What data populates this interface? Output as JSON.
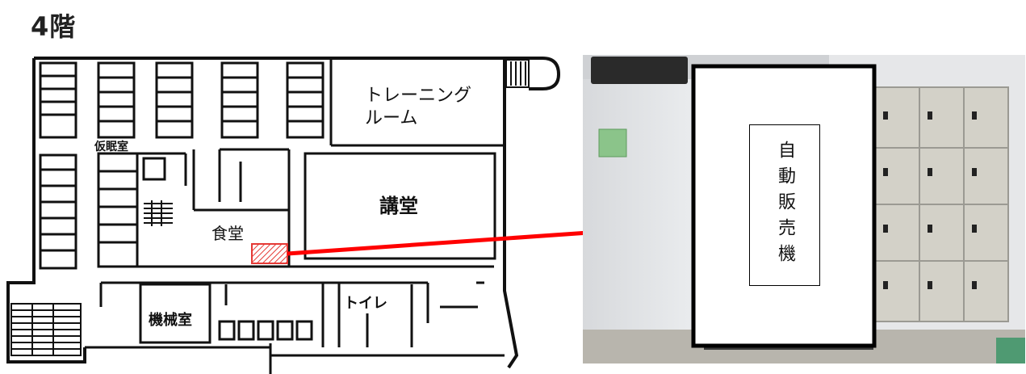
{
  "floor_title": "4階",
  "rooms": {
    "training_room_line1": "トレーニング",
    "training_room_line2": "ルーム",
    "nap_room": "仮眠室",
    "lecture_hall": "講堂",
    "cafeteria": "食堂",
    "machine_room": "機械室",
    "toilet": "トイレ"
  },
  "photo_annotation": {
    "vending_machine": "自動販売機"
  },
  "colors": {
    "arrow": "#ff0000",
    "highlight": "#e53935",
    "wall": "#111111",
    "photo_wall": "#e4e6e8",
    "locker": "#d3d1c8"
  }
}
